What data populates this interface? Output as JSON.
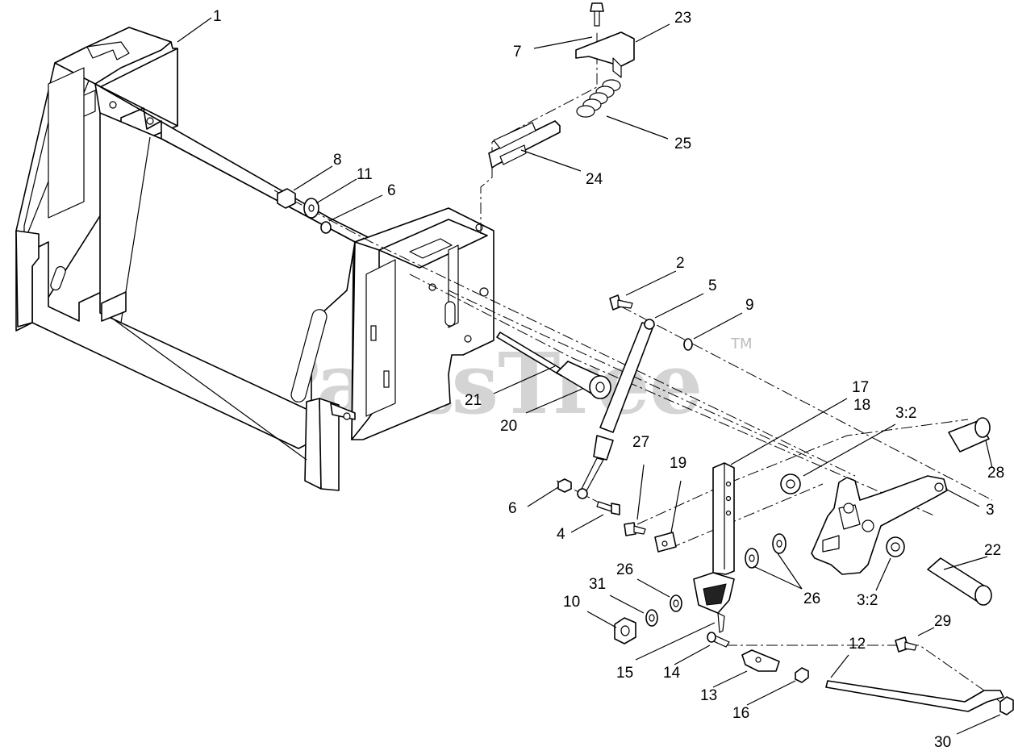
{
  "watermark": {
    "text": "PartsTree",
    "tm": "TM"
  },
  "callouts": {
    "c1": "1",
    "c2": "2",
    "c3": "3",
    "c3a": "3:2",
    "c3b": "3:2",
    "c4": "4",
    "c5": "5",
    "c6a": "6",
    "c6b": "6",
    "c7": "7",
    "c8": "8",
    "c9": "9",
    "c10": "10",
    "c11": "11",
    "c12": "12",
    "c13": "13",
    "c14": "14",
    "c15": "15",
    "c16": "16",
    "c17": "17",
    "c18": "18",
    "c19": "19",
    "c20": "20",
    "c21": "21",
    "c22": "22",
    "c23": "23",
    "c24": "24",
    "c25": "25",
    "c26a": "26",
    "c26b": "26",
    "c27": "27",
    "c28": "28",
    "c29": "29",
    "c30": "30",
    "c31": "31"
  }
}
